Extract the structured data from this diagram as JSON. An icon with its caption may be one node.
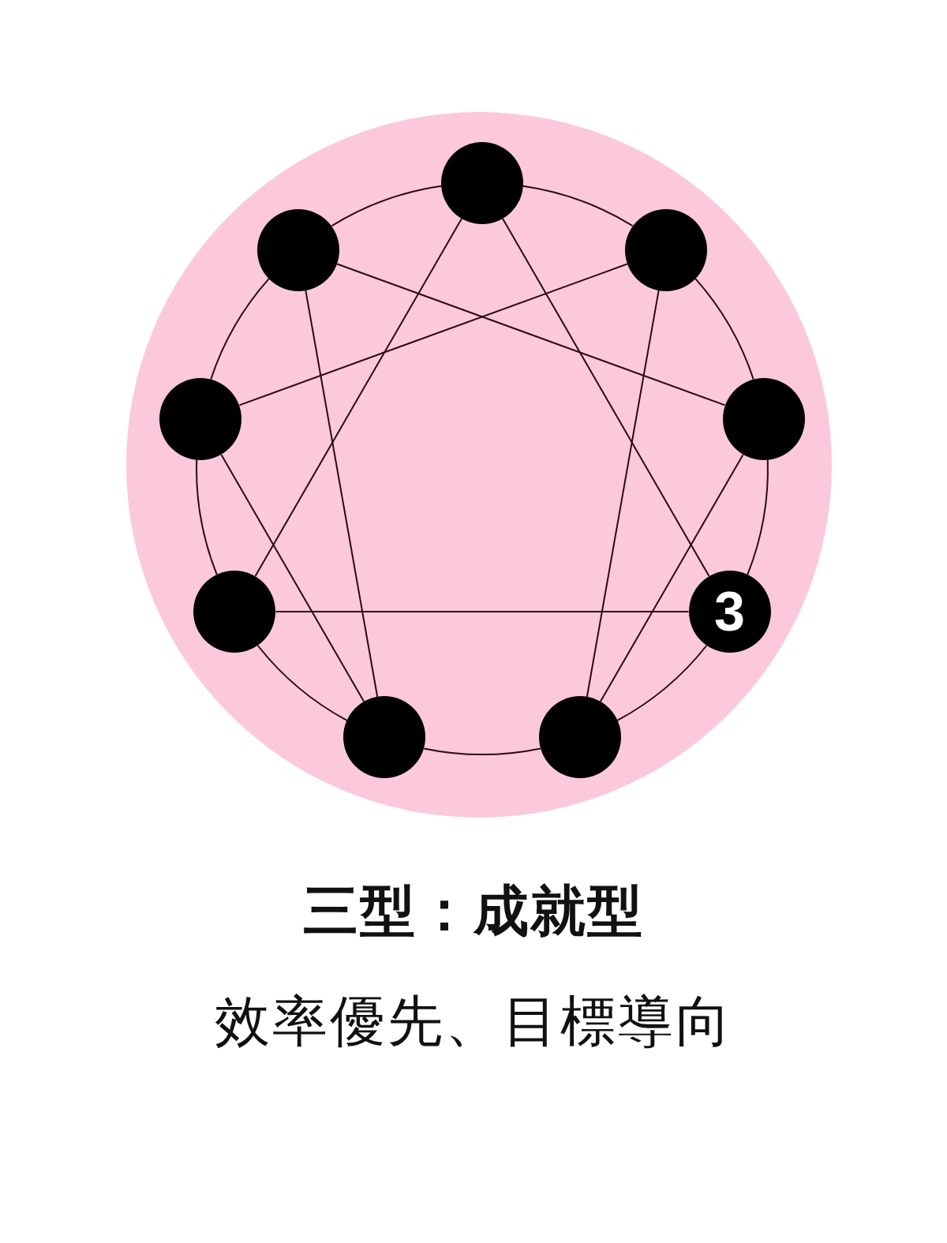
{
  "diagram": {
    "title": "三型：成就型",
    "caption": "效率優先、目標導向",
    "nodes": [
      {
        "text": [],
        "shape": "circle"
      },
      {
        "text": [],
        "shape": "circle"
      },
      {
        "text": [],
        "shape": "circle"
      },
      {
        "text": [],
        "shape": "circle"
      },
      {
        "text": [],
        "shape": "circle"
      },
      {
        "text": [],
        "shape": "circle"
      },
      {
        "text": [
          "3"
        ]
      },
      {
        "text": [],
        "shape": "circle"
      },
      {
        "text": [],
        "shape": "circle"
      }
    ],
    "edges": [
      {
        "from": 0,
        "to": 6,
        "arrow": "none"
      },
      {
        "from": 6,
        "to": 5,
        "arrow": "none"
      },
      {
        "from": 5,
        "to": 0,
        "arrow": "none"
      },
      {
        "from": 2,
        "to": 8,
        "arrow": "none"
      },
      {
        "from": 8,
        "to": 4,
        "arrow": "none"
      },
      {
        "from": 4,
        "to": 1,
        "arrow": "none"
      },
      {
        "from": 1,
        "to": 7,
        "arrow": "none"
      },
      {
        "from": 7,
        "to": 3,
        "arrow": "none"
      },
      {
        "from": 3,
        "to": 2,
        "arrow": "none"
      },
      {
        "from": 0,
        "to": 2,
        "arrow": "none"
      },
      {
        "from": 2,
        "to": 4,
        "arrow": "none"
      },
      {
        "from": 4,
        "to": 6,
        "arrow": "none"
      },
      {
        "from": 6,
        "to": 8,
        "arrow": "none"
      },
      {
        "from": 8,
        "to": 7,
        "arrow": "none"
      },
      {
        "from": 7,
        "to": 5,
        "arrow": "none"
      },
      {
        "from": 5,
        "to": 3,
        "arrow": "none"
      },
      {
        "from": 3,
        "to": 1,
        "arrow": "none"
      },
      {
        "from": 1,
        "to": 0,
        "arrow": "none"
      }
    ]
  }
}
